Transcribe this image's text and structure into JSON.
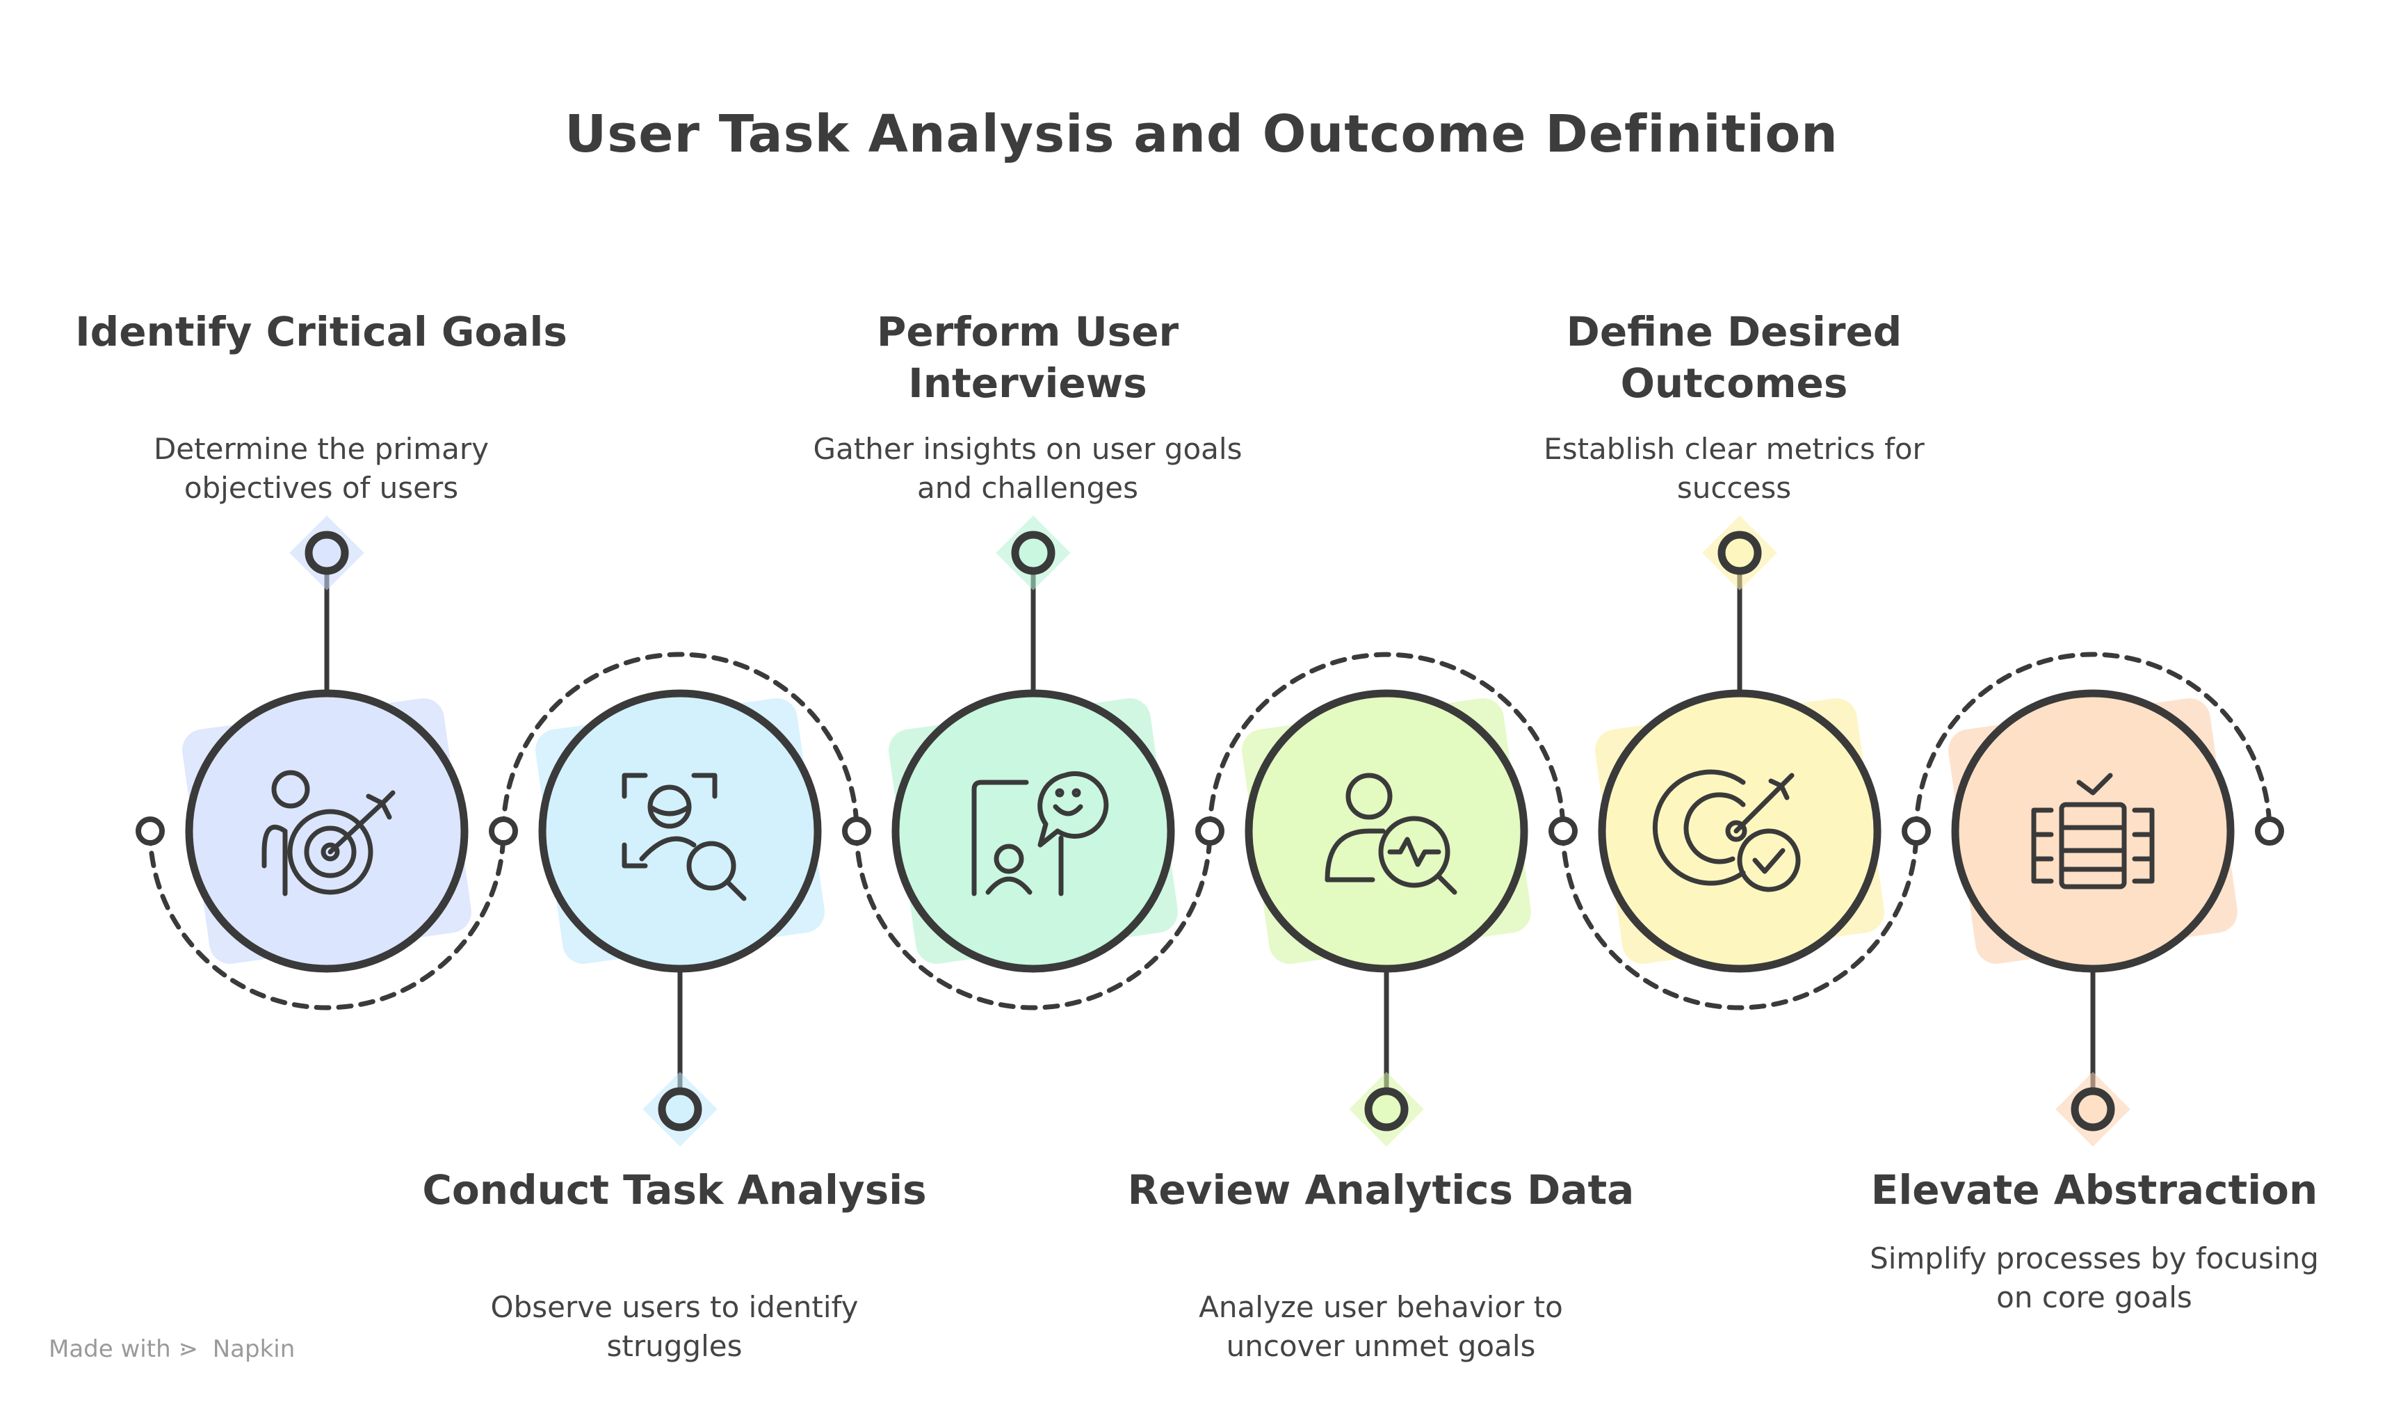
{
  "title": "User Task Analysis and Outcome Definition",
  "steps": [
    {
      "title": "Identify Critical Goals",
      "description": "Determine the primary objectives of users",
      "color": "#dbe6fe",
      "accent": "#c9d9fb",
      "icon": "person-target-icon"
    },
    {
      "title": "Conduct Task Analysis",
      "description": "Observe users to identify struggles",
      "color": "#d2f1fd",
      "accent": "#bfe9fb",
      "icon": "face-scan-search-icon"
    },
    {
      "title": "Perform User Interviews",
      "description": "Gather insights on user goals and challenges",
      "color": "#c9f7e0",
      "accent": "#b2f2d1",
      "icon": "interview-chat-icon"
    },
    {
      "title": "Review Analytics Data",
      "description": "Analyze user behavior to uncover unmet goals",
      "color": "#e3fac0",
      "accent": "#d6f5a3",
      "icon": "user-analytics-icon"
    },
    {
      "title": "Define Desired Outcomes",
      "description": "Establish clear metrics for success",
      "color": "#fdf7bf",
      "accent": "#fbef9e",
      "icon": "target-check-icon"
    },
    {
      "title": "Elevate Abstraction",
      "description": "Simplify processes by focusing on core goals",
      "color": "#fde0c6",
      "accent": "#fbd0ad",
      "icon": "layers-stack-icon"
    }
  ],
  "footer": {
    "made_with": "Made with",
    "brand": "Napkin"
  }
}
